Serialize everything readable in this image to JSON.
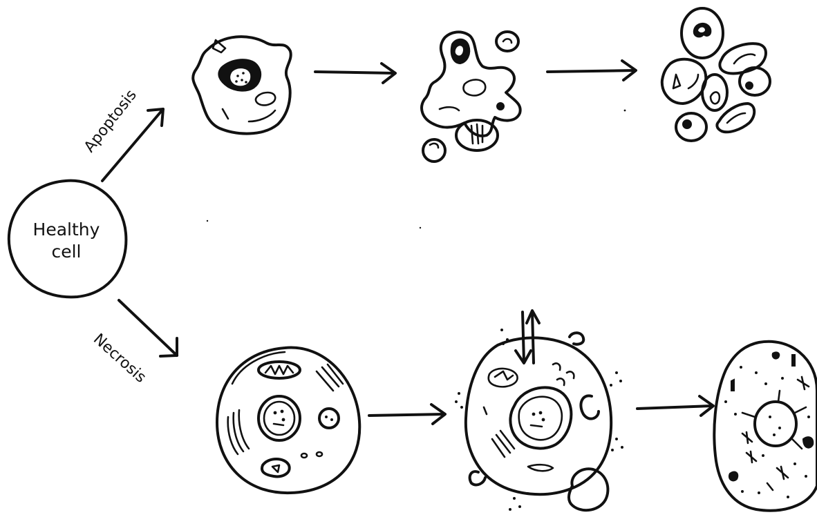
{
  "labels": {
    "healthy_line1": "Healthy",
    "healthy_line2": "cell",
    "apoptosis": "Apoptosis",
    "necrosis": "Necrosis"
  },
  "colors": {
    "ink": "#111111",
    "background": "#ffffff"
  }
}
